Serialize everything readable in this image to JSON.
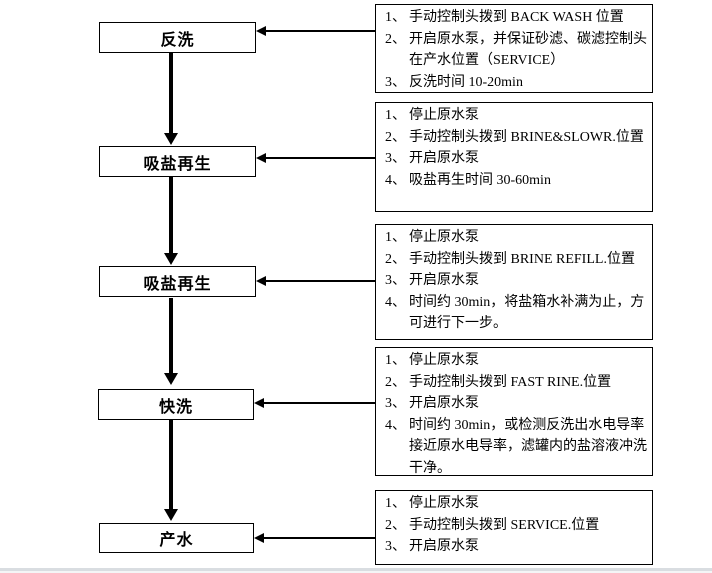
{
  "page": {
    "background_color": "#ffffff",
    "line_color": "#000000",
    "bottom_divider_color": "#d9dde1"
  },
  "flow_steps": [
    {
      "label": "反洗"
    },
    {
      "label": "吸盐再生"
    },
    {
      "label": "吸盐再生"
    },
    {
      "label": "快洗"
    },
    {
      "label": "产水"
    }
  ],
  "instruction_boxes": [
    {
      "items": [
        {
          "num": "1、",
          "text": "手动控制头拨到 BACK WASH 位置"
        },
        {
          "num": "2、",
          "text": "开启原水泵，并保证砂滤、碳滤控制头在产水位置（SERVICE）"
        },
        {
          "num": "3、",
          "text": "反洗时间 10-20min"
        }
      ]
    },
    {
      "items": [
        {
          "num": "1、",
          "text": "停止原水泵"
        },
        {
          "num": "2、",
          "text": "手动控制头拨到 BRINE&SLOWR.位置"
        },
        {
          "num": "3、",
          "text": "开启原水泵"
        },
        {
          "num": "4、",
          "text": "吸盐再生时间 30-60min"
        }
      ]
    },
    {
      "items": [
        {
          "num": "1、",
          "text": "停止原水泵"
        },
        {
          "num": "2、",
          "text": "手动控制头拨到 BRINE REFILL.位置"
        },
        {
          "num": "3、",
          "text": "开启原水泵"
        },
        {
          "num": "4、",
          "text": "时间约 30min，将盐箱水补满为止，方可进行下一步。"
        }
      ]
    },
    {
      "items": [
        {
          "num": "1、",
          "text": "停止原水泵"
        },
        {
          "num": "2、",
          "text": "手动控制头拨到 FAST RINE.位置"
        },
        {
          "num": "3、",
          "text": "开启原水泵"
        },
        {
          "num": "4、",
          "text": "时间约 30min，或检测反洗出水电导率接近原水电导率，滤罐内的盐溶液冲洗干净。"
        }
      ]
    },
    {
      "items": [
        {
          "num": "1、",
          "text": "停止原水泵"
        },
        {
          "num": "2、",
          "text": "手动控制头拨到 SERVICE.位置"
        },
        {
          "num": "3、",
          "text": "开启原水泵"
        }
      ]
    }
  ]
}
